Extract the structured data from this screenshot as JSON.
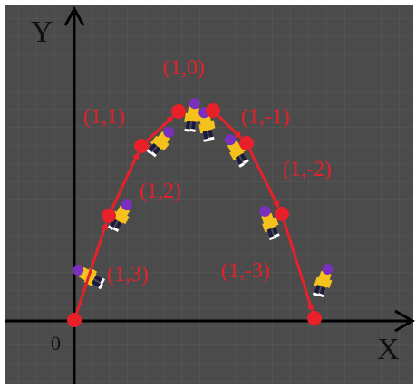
{
  "axes": {
    "y_label": "Y",
    "x_label": "X",
    "origin_label": "0"
  },
  "points": [
    {
      "label": "(1,3)"
    },
    {
      "label": "(1,2)"
    },
    {
      "label": "(1,1)"
    },
    {
      "label": "(1,0)"
    },
    {
      "label": "(1,-1)"
    },
    {
      "label": "(1,-2)"
    },
    {
      "label": "(1,-3)"
    }
  ],
  "colors": {
    "background": "#4b4b4b",
    "grid": "#5a5a5a",
    "axis": "#000000",
    "point": "#e8202a",
    "arrow": "#e8202a",
    "label": "#e8202a",
    "sprite_body": "#f4c21b",
    "sprite_hair": "#7b2fbf",
    "sprite_dark": "#1a1a40"
  }
}
